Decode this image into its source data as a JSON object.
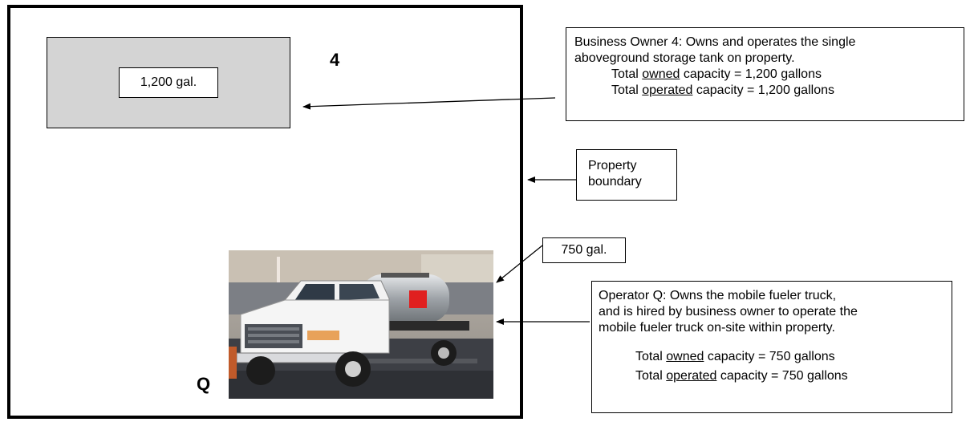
{
  "tank": {
    "capacity_label": "1,200 gal."
  },
  "owner_letter": "4",
  "operator_letter": "Q",
  "owner_box": {
    "line1": "Business Owner 4: Owns and operates the single",
    "line2": "aboveground storage tank on property.",
    "owned_prefix": "Total ",
    "owned_word": "owned",
    "owned_suffix": " capacity = 1,200 gallons",
    "operated_prefix": "Total ",
    "operated_word": "operated",
    "operated_suffix": " capacity = 1,200 gallons"
  },
  "boundary_box": {
    "line1": "Property",
    "line2": "boundary"
  },
  "truck_capacity_label": "750 gal.",
  "operator_box": {
    "line1": "Operator Q: Owns the mobile fueler truck,",
    "line2": "and is hired by business owner to operate the",
    "line3": "mobile fueler truck on-site within property.",
    "owned_prefix": "Total ",
    "owned_word": "owned",
    "owned_suffix": " capacity = 750 gallons",
    "operated_prefix": "Total ",
    "operated_word": "operated",
    "operated_suffix": " capacity = 750 gallons"
  }
}
